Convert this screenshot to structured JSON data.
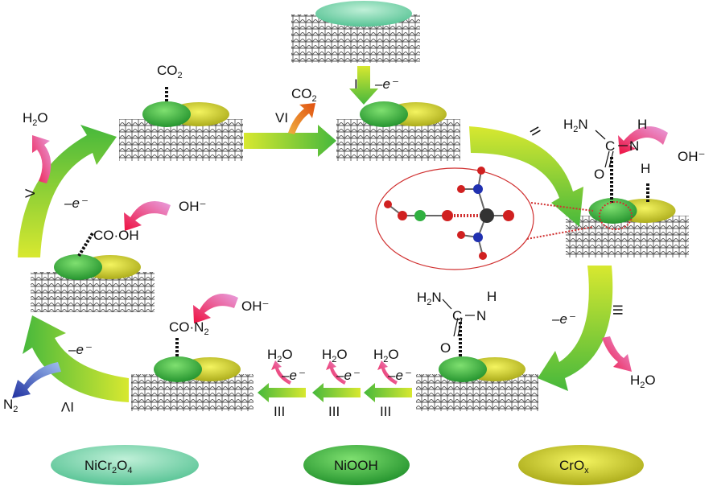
{
  "steps": {
    "s1": "I",
    "s2": "II",
    "s3": "III",
    "s4": "IV",
    "s5": "V",
    "s6": "VI",
    "s3a": "III",
    "s3b": "III",
    "s3c": "III"
  },
  "electron": "–e⁻",
  "species": {
    "co2_top": "CO",
    "co2_released": "CO",
    "h2o": "H",
    "o": "O",
    "oh": "OH⁻",
    "cooh": "CO·OH",
    "con2": "CO·N",
    "n2": "N",
    "h2n": "H",
    "n": "N",
    "h": "H",
    "c": "C",
    "sub2": "2"
  },
  "legend": {
    "nicr2o4": "NiCr",
    "nicr2o4_sub1": "2",
    "nicr2o4_o": "O",
    "nicr2o4_sub2": "4",
    "niooh": "NiOOH",
    "crox": "CrO",
    "crox_sub": "x"
  },
  "colors": {
    "niooh": "#2fae3a",
    "crox": "#c8c81e",
    "nicr2o4": "#7fd6b0",
    "oh_arrow": "#e0409a",
    "n2_arrow": "#3050c0",
    "co2_arrow": "#e87a20",
    "ring": "#d03030"
  }
}
